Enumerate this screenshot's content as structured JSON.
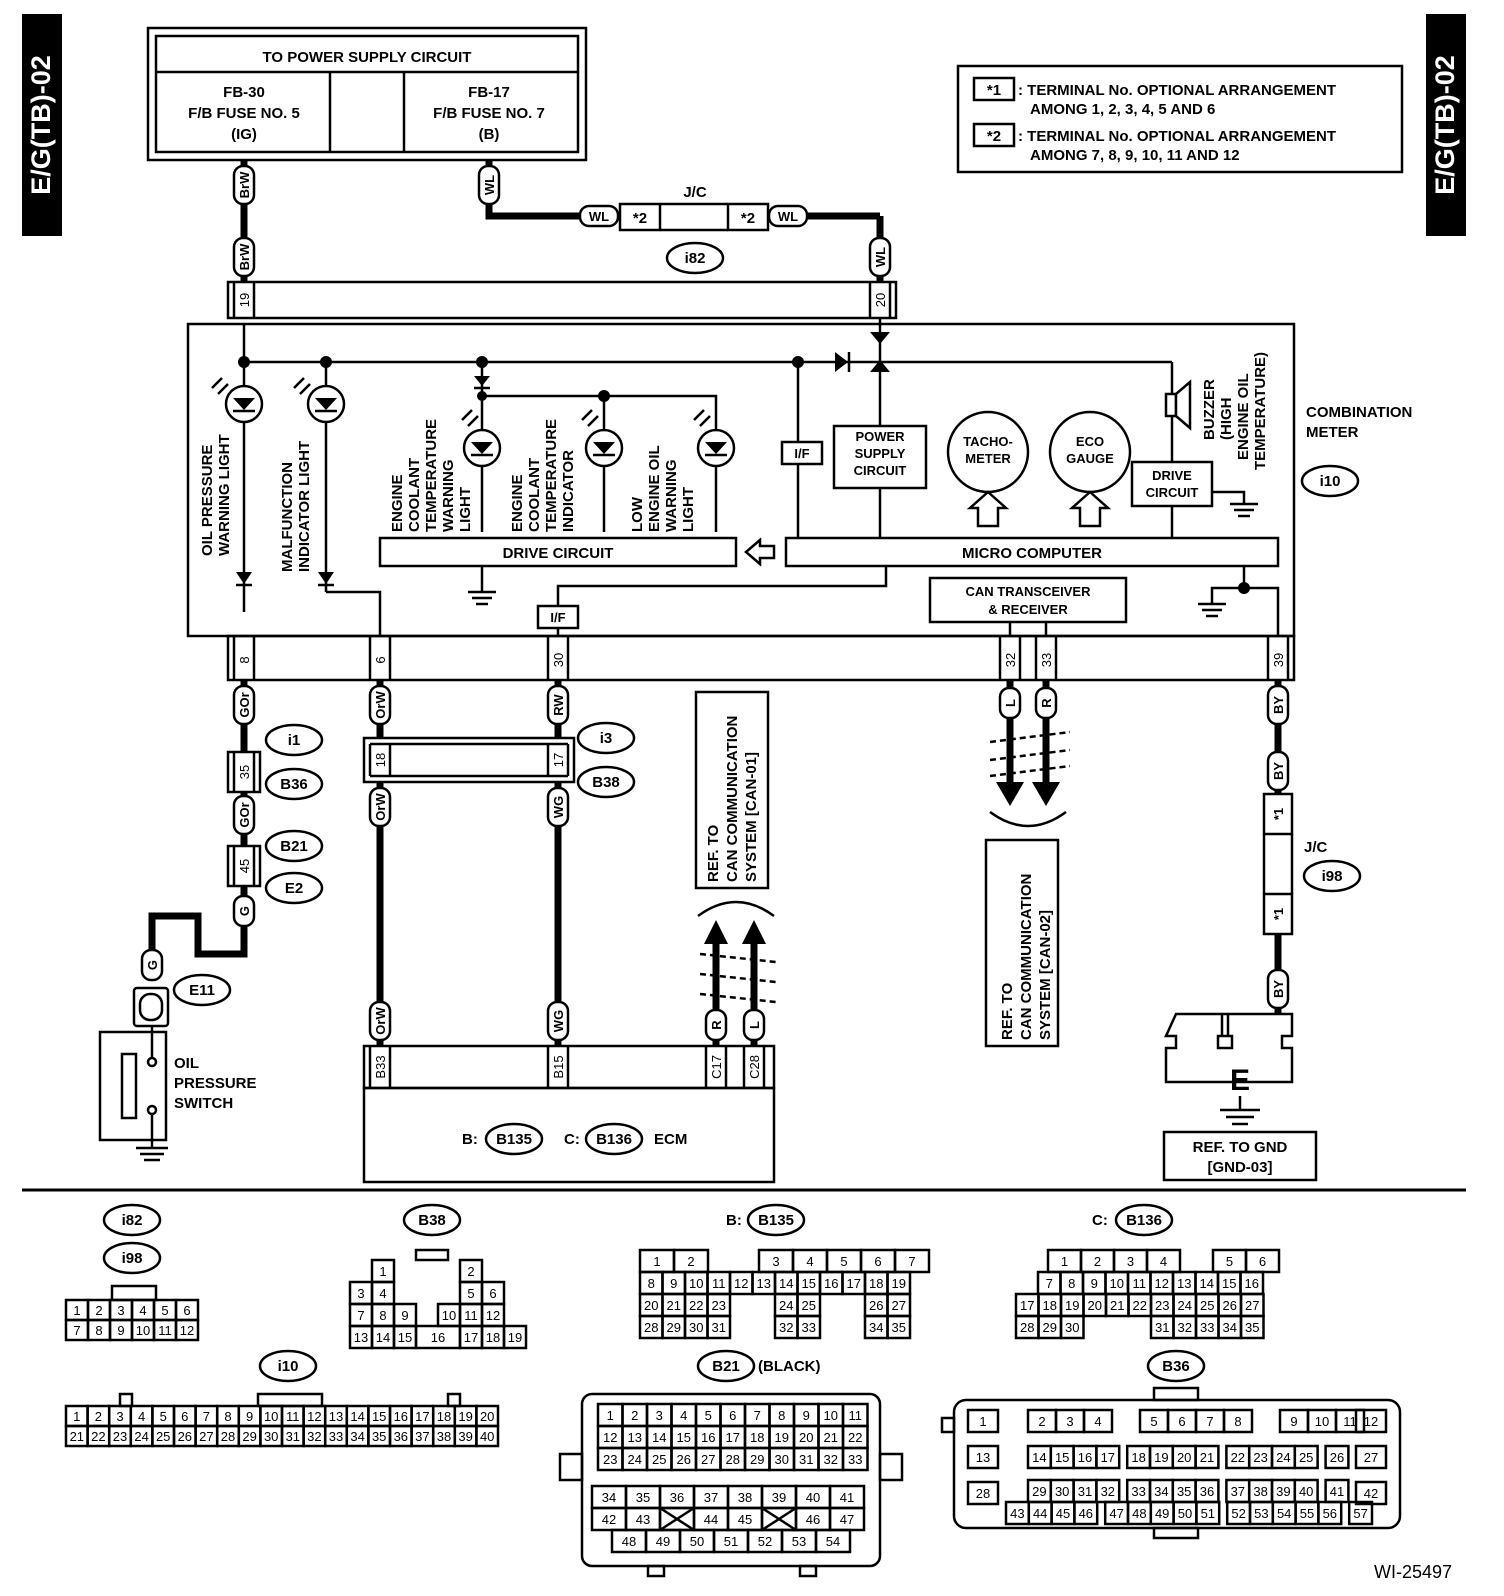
{
  "side_tab": "E/G(TB)-02",
  "figure_id": "WI-25497",
  "power_supply": {
    "title": "TO POWER SUPPLY CIRCUIT",
    "left": [
      "FB-30",
      "F/B FUSE NO. 5",
      "(IG)"
    ],
    "right": [
      "FB-17",
      "F/B FUSE NO. 7",
      "(B)"
    ]
  },
  "legend": [
    {
      "key": "*1",
      "text": ": TERMINAL No. OPTIONAL ARRANGEMENT",
      "text2": "AMONG 1, 2, 3, 4, 5 AND 6"
    },
    {
      "key": "*2",
      "text": ": TERMINAL No. OPTIONAL ARRANGEMENT",
      "text2": "AMONG 7, 8, 9, 10, 11 AND 12"
    }
  ],
  "wires": {
    "brw": "BrW",
    "wl": "WL",
    "gor": "GOr",
    "orw": "OrW",
    "rw": "RW",
    "wg": "WG",
    "g": "G",
    "l": "L",
    "r": "R",
    "by": "BY"
  },
  "jc_label": "J/C",
  "star1": "*1",
  "star2": "*2",
  "connectors": {
    "i82": "i82",
    "i98": "i98",
    "i10": "i10",
    "i1": "i1",
    "b36": "B36",
    "b21": "B21",
    "e2": "E2",
    "e11": "E11",
    "i3": "i3",
    "b38": "B38",
    "b135": "B135",
    "b136": "B136"
  },
  "pins": {
    "p19": "19",
    "p20": "20",
    "p8": "8",
    "p6": "6",
    "p30": "30",
    "p32": "32",
    "p33": "33",
    "p39": "39",
    "p35": "35",
    "p45": "45",
    "p18": "18",
    "p17": "17",
    "b33": "B33",
    "b15": "B15",
    "c17": "C17",
    "c28": "C28"
  },
  "meter": {
    "name": [
      "COMBINATION",
      "METER"
    ],
    "oil_light": [
      "OIL PRESSURE",
      "WARNING LIGHT"
    ],
    "mil": [
      "MALFUNCTION",
      "INDICATOR LIGHT"
    ],
    "ect_warning": [
      "ENGINE",
      "COOLANT",
      "TEMPERATURE",
      "WARNING",
      "LIGHT"
    ],
    "ect_indicator": [
      "ENGINE",
      "COOLANT",
      "TEMPERATURE",
      "INDICATOR"
    ],
    "low_oil": [
      "LOW",
      "ENGINE OIL",
      "WARNING",
      "LIGHT"
    ],
    "if_label": "I/F",
    "power_supply_circuit": [
      "POWER",
      "SUPPLY",
      "CIRCUIT"
    ],
    "tacho": [
      "TACHO-",
      "METER"
    ],
    "eco": [
      "ECO",
      "GAUGE"
    ],
    "buzzer": [
      "BUZZER",
      "(HIGH",
      "ENGINE OIL",
      "TEMPERATURE)"
    ],
    "drive_circuit_small": [
      "DRIVE",
      "CIRCUIT"
    ],
    "drive_circuit": "DRIVE CIRCUIT",
    "micro_computer": "MICRO COMPUTER",
    "can": [
      "CAN TRANSCEIVER",
      "& RECEIVER"
    ]
  },
  "ref_can01": [
    "REF. TO",
    "CAN COMMUNICATION",
    "SYSTEM [CAN-01]"
  ],
  "ref_can02": [
    "REF. TO",
    "CAN COMMUNICATION",
    "SYSTEM [CAN-02]"
  ],
  "ref_gnd": [
    "REF. TO GND",
    "[GND-03]"
  ],
  "ground_e": "E",
  "oil_switch": [
    "OIL",
    "PRESSURE",
    "SWITCH"
  ],
  "ecm": {
    "b_prefix": "B:",
    "c_prefix": "C:",
    "label": "ECM"
  },
  "b21_color": "(BLACK)",
  "grids": {
    "i82": [
      [
        "1",
        "2",
        "3",
        "4",
        "5",
        "6"
      ],
      [
        "7",
        "8",
        "9",
        "10",
        "11",
        "12"
      ]
    ],
    "b38": [
      [
        "",
        "1",
        "",
        "",
        "2",
        ""
      ],
      [
        "3",
        "4",
        "",
        "",
        "5",
        "6"
      ],
      [
        "7",
        "8",
        "9",
        "",
        "10",
        "11",
        "12"
      ],
      [
        "13",
        "14",
        "15",
        "16",
        "17",
        "18",
        "19"
      ]
    ],
    "b135": [
      [
        "1",
        "2",
        "",
        "",
        "3",
        "4",
        "5",
        "6",
        "7"
      ],
      [
        "8",
        "9",
        "10",
        "11",
        "12",
        "13",
        "14",
        "15",
        "16",
        "17",
        "18",
        "19"
      ],
      [
        "20",
        "21",
        "22",
        "23",
        "",
        "",
        "24",
        "25",
        "",
        "",
        "26",
        "27"
      ],
      [
        "28",
        "29",
        "30",
        "31",
        "",
        "",
        "32",
        "33",
        "",
        "",
        "34",
        "35"
      ]
    ],
    "b136": [
      [
        "1",
        "2",
        "3",
        "4",
        "",
        "5",
        "6"
      ],
      [
        "7",
        "8",
        "9",
        "10",
        "11",
        "12",
        "13",
        "14",
        "15",
        "16"
      ],
      [
        "17",
        "18",
        "19",
        "20",
        "21",
        "22",
        "23",
        "24",
        "25",
        "26",
        "27"
      ],
      [
        "28",
        "29",
        "30",
        "",
        "",
        "31",
        "32",
        "33",
        "34",
        "35"
      ]
    ],
    "i10": [
      [
        "1",
        "2",
        "3",
        "4",
        "5",
        "6",
        "7",
        "8",
        "9",
        "10",
        "11",
        "12",
        "13",
        "14",
        "15",
        "16",
        "17",
        "18",
        "19",
        "20"
      ],
      [
        "21",
        "22",
        "23",
        "24",
        "25",
        "26",
        "27",
        "28",
        "29",
        "30",
        "31",
        "32",
        "33",
        "34",
        "35",
        "36",
        "37",
        "38",
        "39",
        "40"
      ]
    ],
    "b21": [
      [
        "1",
        "2",
        "3",
        "4",
        "5",
        "6",
        "7",
        "8",
        "9",
        "10",
        "11"
      ],
      [
        "12",
        "13",
        "14",
        "15",
        "16",
        "17",
        "18",
        "19",
        "20",
        "21",
        "22"
      ],
      [
        "23",
        "24",
        "25",
        "26",
        "27",
        "28",
        "29",
        "30",
        "31",
        "32",
        "33"
      ],
      [
        "34",
        "35",
        "36",
        "37",
        "38",
        "39",
        "40",
        "41"
      ],
      [
        "42",
        "43",
        "",
        "44",
        "45",
        "",
        "46",
        "47"
      ],
      [
        "48",
        "49",
        "50",
        "51",
        "52",
        "53",
        "54"
      ]
    ],
    "b36": {
      "left": [
        "1",
        "13",
        "28"
      ],
      "right": [
        "12",
        "27",
        "42"
      ],
      "rows": [
        [
          "2",
          "3",
          "4",
          "",
          "5",
          "6",
          "7",
          "8",
          "",
          "9",
          "10",
          "11"
        ],
        [
          "14",
          "15",
          "16",
          "17",
          "18",
          "19",
          "20",
          "21",
          "22",
          "23",
          "24",
          "25",
          "26"
        ],
        [
          "29",
          "30",
          "31",
          "32",
          "33",
          "34",
          "35",
          "36",
          "37",
          "38",
          "39",
          "40",
          "41"
        ],
        [
          "43",
          "44",
          "45",
          "46",
          "47",
          "48",
          "49",
          "50",
          "51",
          "52",
          "53",
          "54",
          "55",
          "56",
          "57"
        ]
      ]
    }
  }
}
